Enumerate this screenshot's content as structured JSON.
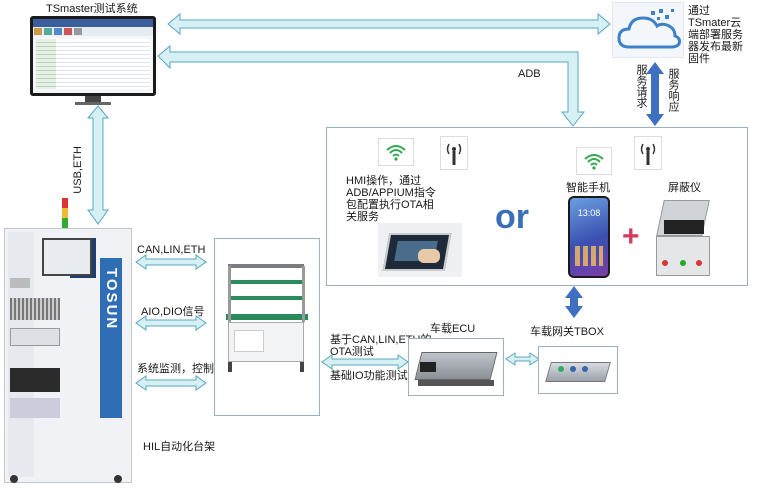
{
  "nodes": {
    "tsmaster_title": "TSmaster测试系统",
    "cloud_text": [
      "通过",
      "TSmater云",
      "端部署服务",
      "器发布最新",
      "固件"
    ],
    "service_request": "服务请求",
    "service_response": "服务响应",
    "hmi_text": [
      "HMI操作，通过",
      "ADB/APPIUM指令",
      "包配置执行OTA相",
      "关服务"
    ],
    "or_text": "or",
    "smartphone": "智能手机",
    "shield_box": "屏蔽仪",
    "ecu": "车载ECU",
    "tbox": "车载网关TBOX",
    "hil_rack": "HIL自动化台架",
    "rack_brand": "TOSUN",
    "phone_time": "13:08"
  },
  "edges": {
    "adb": "ADB",
    "usb_eth": "USB,ETH",
    "can_lin_eth": "CAN,LIN,ETH",
    "aio_dio": "AIO,DIO信号",
    "monitor_control": "系统监测，控制",
    "ota_test": [
      "基于CAN,LIN,ETH的",
      "OTA测试"
    ],
    "io_test": "基础IO功能测试"
  },
  "colors": {
    "arrow_fill": "#d6f0f4",
    "arrow_stroke": "#5aa8bf",
    "dark_arrow": "#3f6fc0",
    "box_border": "#9bb0c8",
    "or_color": "#3a6fb8",
    "plus_color": "#d23c5a",
    "wifi_green": "#2fa84f"
  }
}
